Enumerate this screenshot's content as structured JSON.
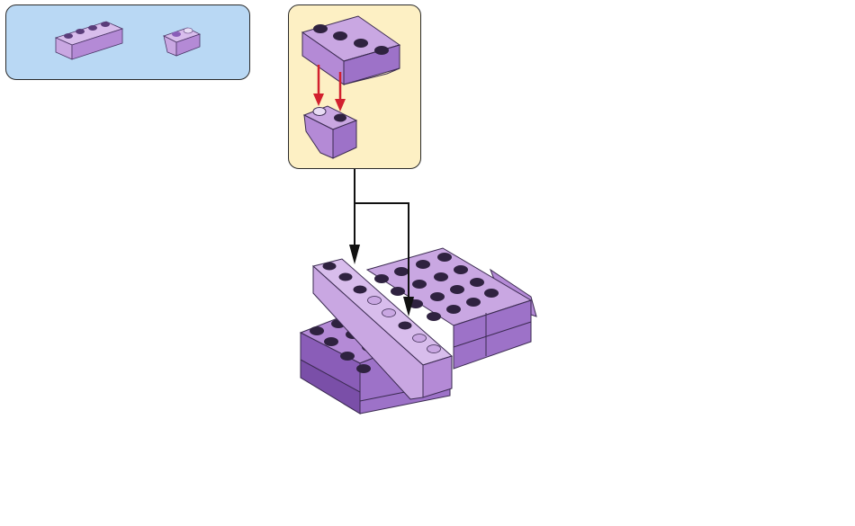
{
  "colors": {
    "parts_panel_bg": "#b9d8f4",
    "step_panel_bg": "#fdf0c4",
    "brick_light": "#c9a7e2",
    "brick_mid": "#b48ad6",
    "brick_dark": "#8a5db8",
    "stud_dark": "#2f2240",
    "arrow_red": "#d2202e",
    "arrow_black": "#111111"
  },
  "parts_list": [
    {
      "part": "brick-1x4",
      "count": 1
    },
    {
      "part": "inverted-slope-1x2",
      "count": 1
    }
  ],
  "step_callout": {
    "parts": [
      "brick-1x4",
      "inverted-slope-1x2"
    ],
    "red_arrows": 2
  },
  "black_arrows": 2
}
